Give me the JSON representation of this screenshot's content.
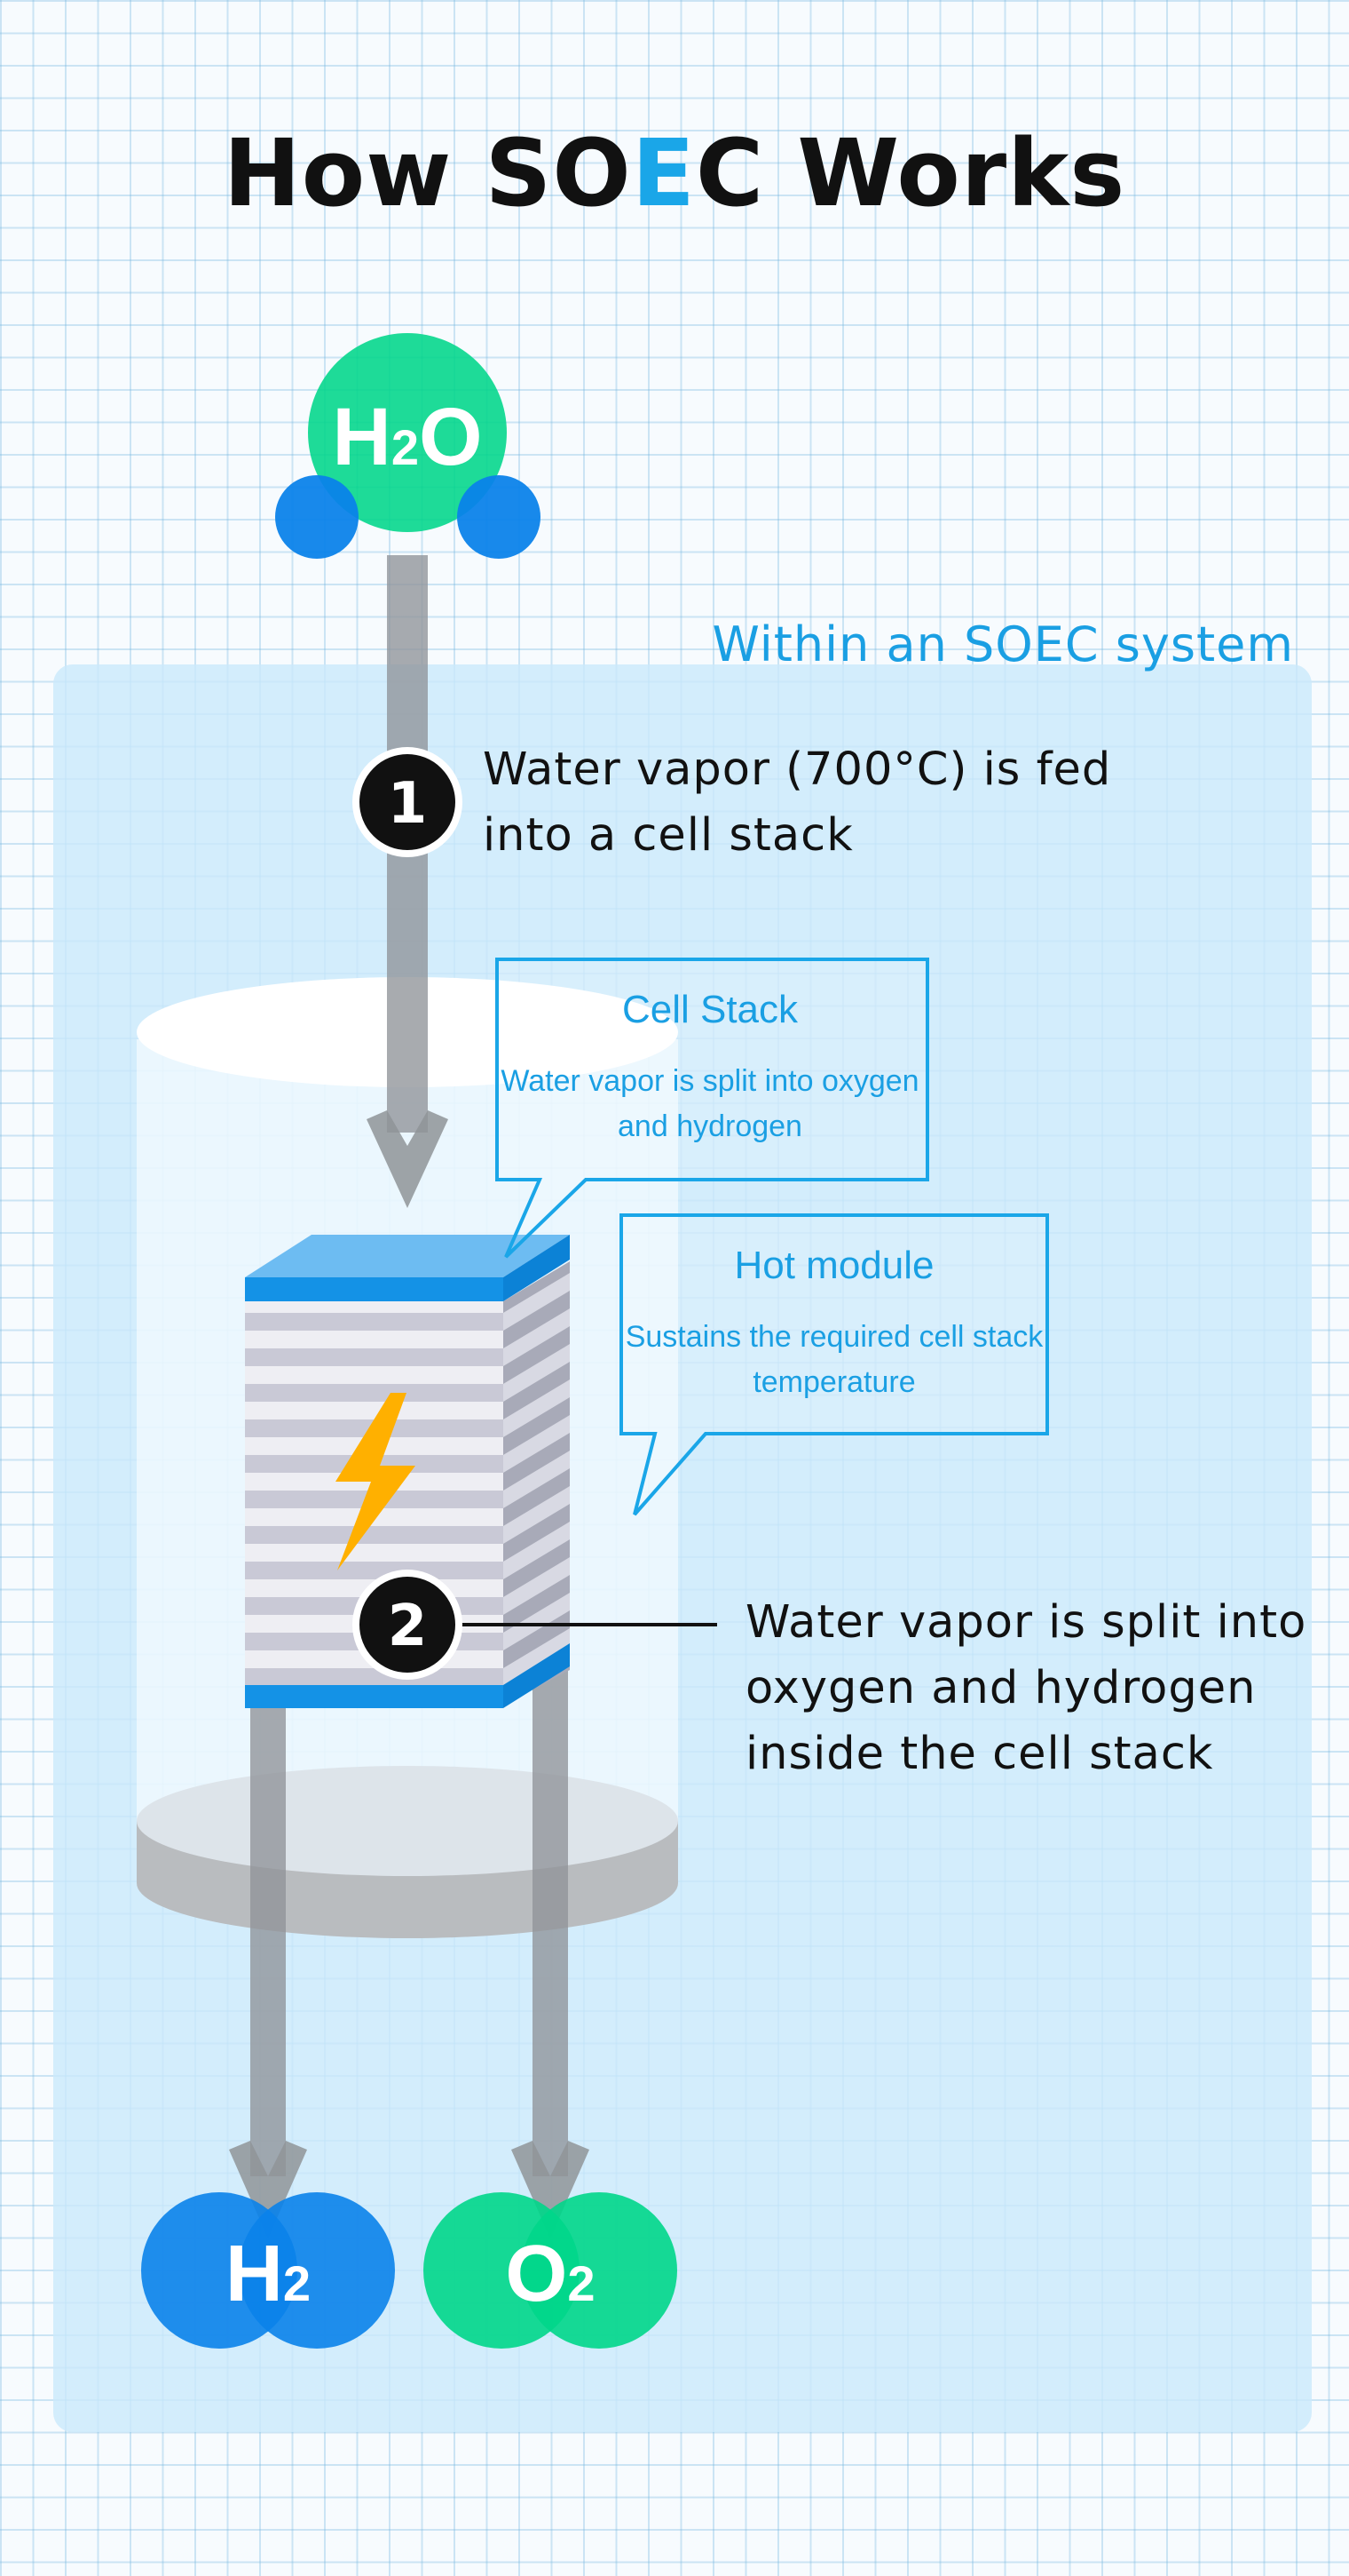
{
  "title": {
    "before": "How SO",
    "accent": "E",
    "after": "C Works"
  },
  "system_label": "Within an SOEC system",
  "steps": [
    {
      "number": "1",
      "text": "Water vapor (700°C) is fed into a cell stack"
    },
    {
      "number": "2",
      "text": "Water vapor is split into oxygen and hydrogen inside the cell stack"
    }
  ],
  "callouts": {
    "cell_stack": {
      "title": "Cell Stack",
      "body": "Water vapor is split into oxygen and hydrogen"
    },
    "hot_module": {
      "title": "Hot module",
      "body": "Sustains the required cell stack temperature"
    }
  },
  "molecules": {
    "input": {
      "base": "H",
      "sub": "2",
      "tail": "O"
    },
    "hydrogen": {
      "base": "H",
      "sub": "2"
    },
    "oxygen": {
      "base": "O",
      "sub": "2"
    }
  },
  "colors": {
    "accent_blue": "#1aa6e8",
    "molecule_green": "#00d68a",
    "molecule_blue": "#0a82ea",
    "system_panel": "#cbe9fb",
    "arrow_gray": "#8f9498",
    "lightning": "#ffb000"
  },
  "icons": [
    "lightning-icon"
  ]
}
